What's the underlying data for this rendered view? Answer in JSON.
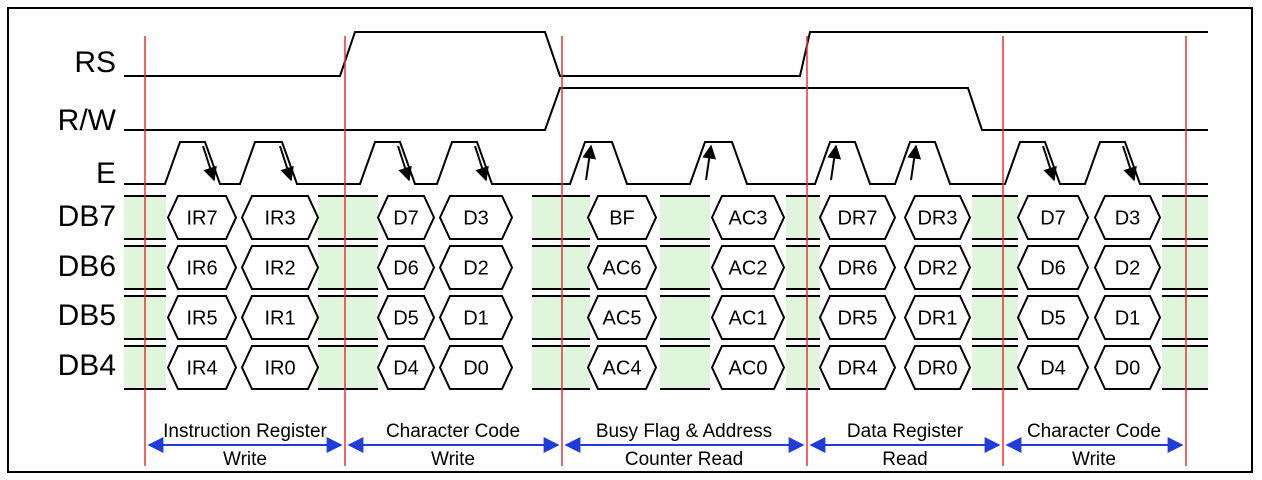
{
  "signals": {
    "rs": "RS",
    "rw": "R/W",
    "e": "E",
    "db7": "DB7",
    "db6": "DB6",
    "db5": "DB5",
    "db4": "DB4"
  },
  "bus": {
    "db7": [
      "IR7",
      "IR3",
      "D7",
      "D3",
      "BF",
      "AC3",
      "DR7",
      "DR3",
      "D7",
      "D3"
    ],
    "db6": [
      "IR6",
      "IR2",
      "D6",
      "D2",
      "AC6",
      "AC2",
      "DR6",
      "DR2",
      "D6",
      "D2"
    ],
    "db5": [
      "IR5",
      "IR1",
      "D5",
      "D1",
      "AC5",
      "AC1",
      "DR5",
      "DR1",
      "D5",
      "D1"
    ],
    "db4": [
      "IR4",
      "IR0",
      "D4",
      "D0",
      "AC4",
      "AC0",
      "DR4",
      "DR0",
      "D4",
      "D0"
    ]
  },
  "phases": [
    {
      "line1": "Instruction  Register",
      "line2": "Write"
    },
    {
      "line1": "Character  Code",
      "line2": "Write"
    },
    {
      "line1": "Busy  Flag  &  Address",
      "line2": "Counter  Read"
    },
    {
      "line1": "Data  Register",
      "line2": "Read"
    },
    {
      "line1": "Character  Code",
      "line2": "Write"
    }
  ],
  "colors": {
    "signal": "#000000",
    "marker": "#e8322f",
    "arrow": "#1f3bd9",
    "bus_fill": "#dff5dc"
  }
}
